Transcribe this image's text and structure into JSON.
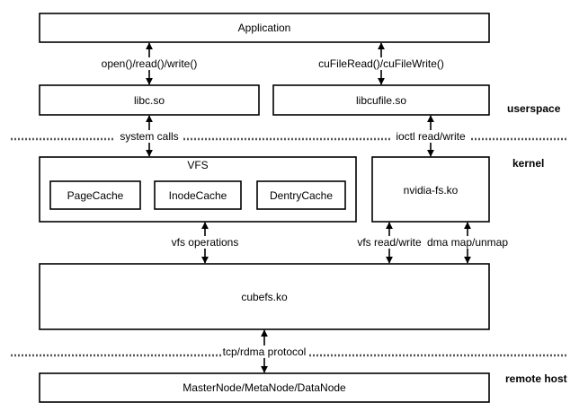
{
  "boxes": {
    "application": "Application",
    "libc": "libc.so",
    "libcufile": "libcufile.so",
    "vfs": "VFS",
    "page_cache": "PageCache",
    "inode_cache": "InodeCache",
    "dentry_cache": "DentryCache",
    "nvidia_fs": "nvidia-fs.ko",
    "cubefs": "cubefs.ko",
    "nodes": "MasterNode/MetaNode/DataNode"
  },
  "edges": {
    "posix_calls": "open()/read()/write()",
    "cufile_calls": "cuFileRead()/cuFileWrite()",
    "system_calls": "system calls",
    "ioctl": "ioctl read/write",
    "vfs_operations": "vfs operations",
    "vfs_read_write": "vfs read/write",
    "dma_map": "dma map/unmap",
    "protocol": "tcp/rdma protocol"
  },
  "layers": {
    "userspace": "userspace",
    "kernel": "kernel",
    "remote_host": "remote host"
  }
}
